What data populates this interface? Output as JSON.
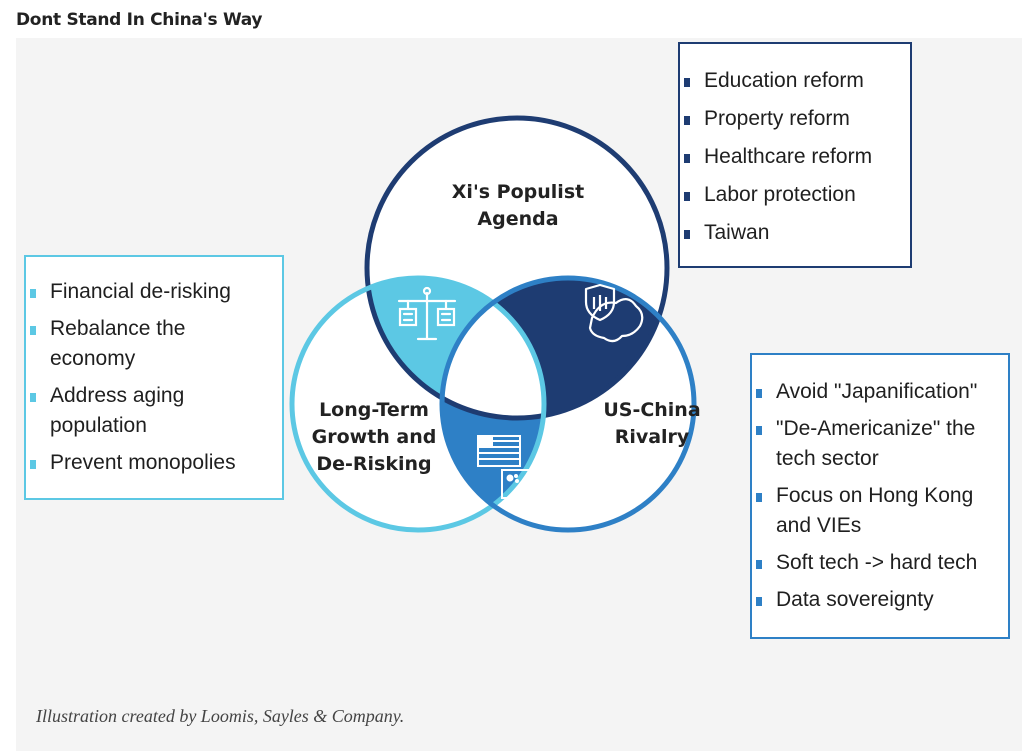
{
  "title": "Dont Stand In China's Way",
  "circles": {
    "top": {
      "line1": "Xi's Populist",
      "line2": "Agenda",
      "color": "#1e3c72"
    },
    "left": {
      "line1": "Long-Term",
      "line2": "Growth and",
      "line3": "De-Risking",
      "color": "#5cc8e4"
    },
    "right": {
      "line1": "US-China",
      "line2": "Rivalry",
      "color": "#2e80c6"
    }
  },
  "icons": {
    "top_left_overlap": "scales-icon",
    "top_right_overlap": "shield-china-map-icon",
    "bottom_overlap": "us-china-flags-icon"
  },
  "boxes": {
    "top": {
      "items": [
        "Education reform",
        "Property reform",
        "Healthcare reform",
        "Labor protection",
        "Taiwan"
      ]
    },
    "left": {
      "items": [
        "Financial de-risking",
        "Rebalance the economy",
        "Address aging population",
        "Prevent monopolies"
      ]
    },
    "right": {
      "items": [
        "Avoid \"Japanification\"",
        "\"De-Americanize\" the tech sector",
        "Focus on Hong Kong and VIEs",
        "Soft tech -> hard tech",
        "Data sovereignty"
      ]
    }
  },
  "caption": "Illustration created by Loomis, Sayles & Company."
}
